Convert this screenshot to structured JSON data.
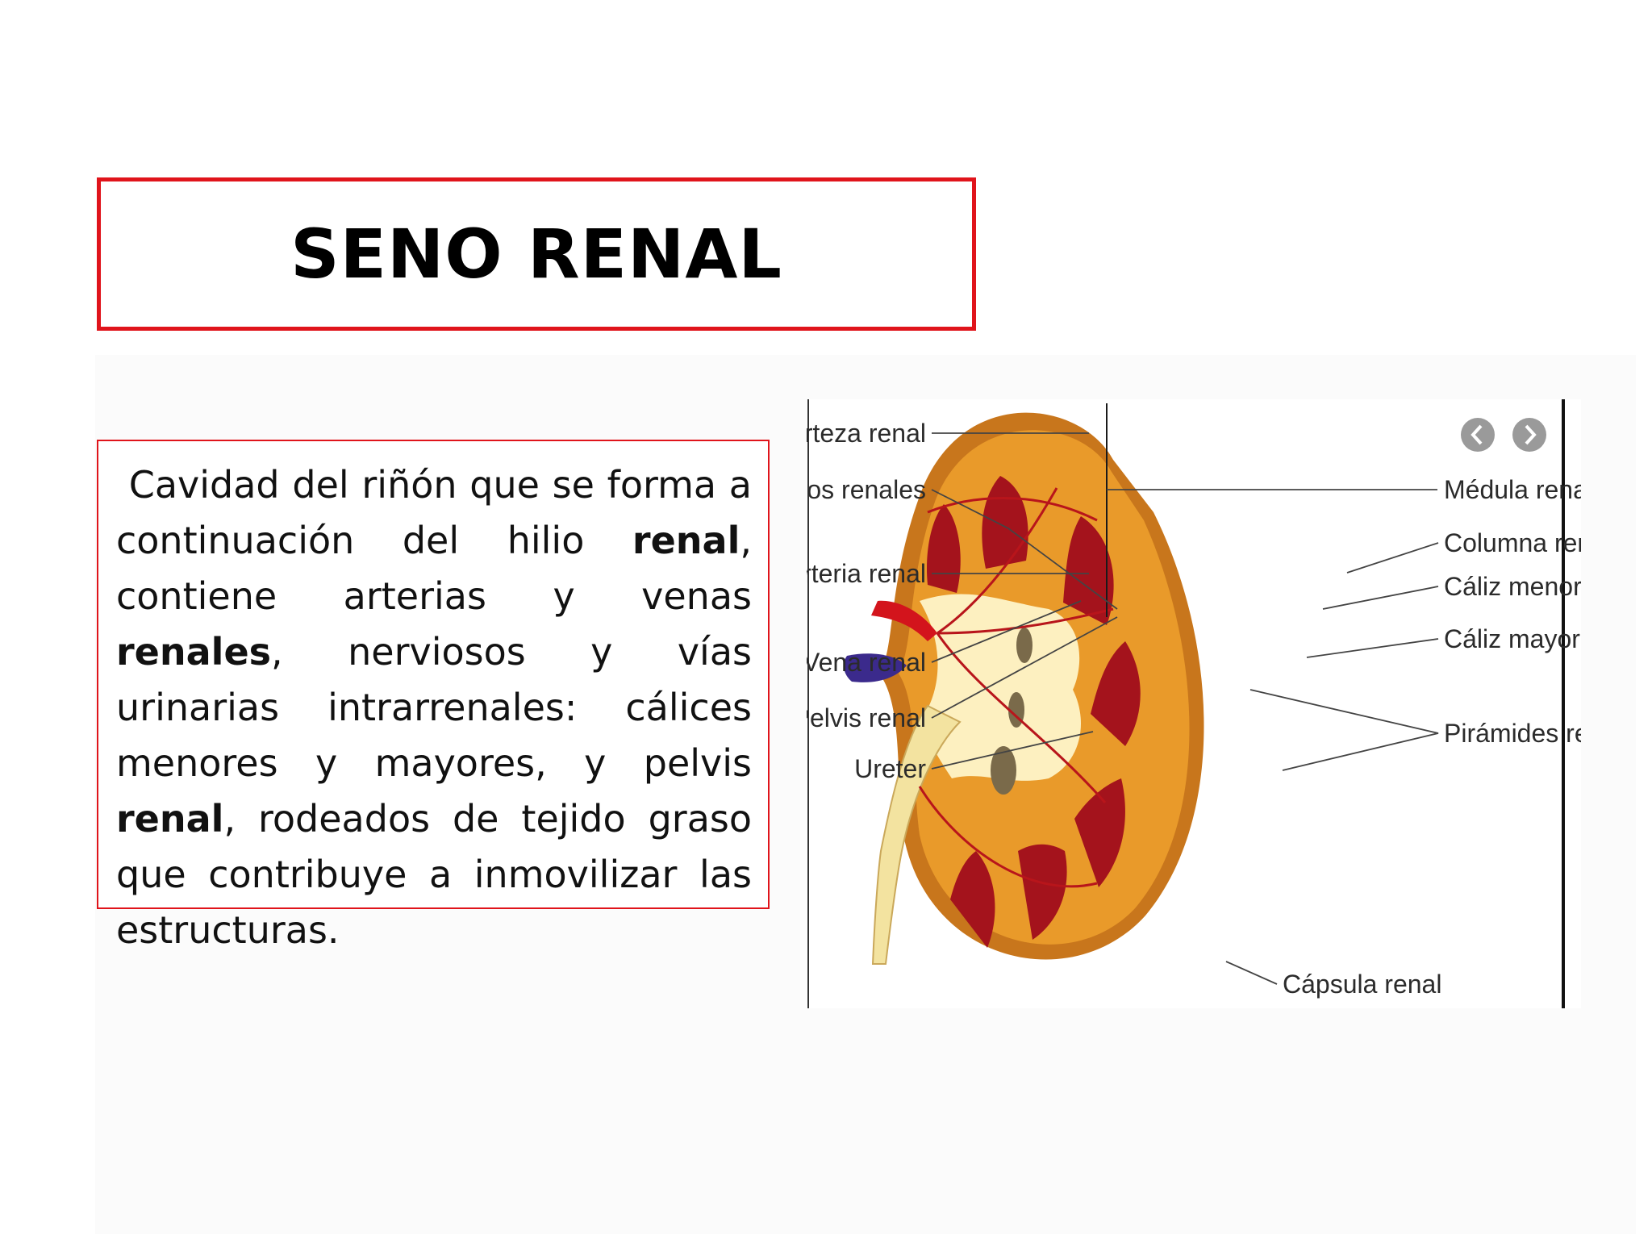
{
  "slide": {
    "title": "SENO RENAL",
    "description": {
      "t1": "Cavidad del riñón que se forma a continuación del hilio ",
      "b1": "renal",
      "t2": ", contiene arterias y venas ",
      "b2": "renales",
      "t3": ", nerviosos y vías urinarias intrarrenales: cálices menores y mayores, y pelvis ",
      "b3": "renal",
      "t4": ", rodeados de tejido graso que contribuye a inmovilizar las estructuras."
    }
  },
  "figure": {
    "labels_left": {
      "corteza": "Corteza renal",
      "senos": "Senos renales",
      "arteria": "Arteria renal",
      "vena": "Vena renal",
      "pelvis": "Pelvis renal",
      "ureter": "Ureter"
    },
    "labels_right": {
      "medula": "Médula renal",
      "columna": "Columna renal",
      "caliz_menor": "Cáliz menor",
      "caliz_mayor": "Cáliz mayor",
      "piramides": "Pirámides renal",
      "capsula": "Cápsula renal"
    },
    "nav_icons": [
      "chevron-left-icon",
      "chevron-right-icon"
    ]
  },
  "colors": {
    "frame_red": "#e0141b",
    "cortex": "#e99a2a",
    "capsule": "#c8761c",
    "pyramid": "#a4131c",
    "sinus_fat": "#fdf0c0",
    "artery": "#d3141c",
    "vein": "#3b2a8c"
  }
}
